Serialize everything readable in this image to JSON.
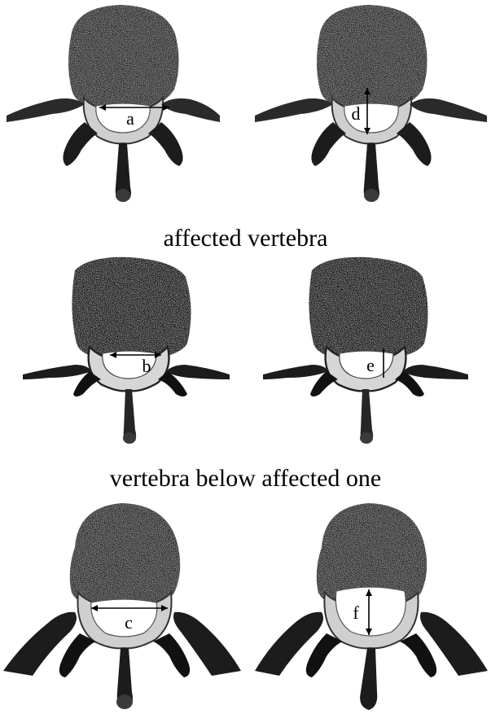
{
  "captions": {
    "top_row": "",
    "middle_row": "affected vertebra",
    "bottom_row": "vertebra below affected one"
  },
  "measurements": {
    "a": "a",
    "b": "b",
    "c": "c",
    "d": "d",
    "e": "e",
    "f": "f"
  },
  "colors": {
    "bone_dark": "#1c1c1c",
    "bone_mid": "#3a3a3a",
    "canal": "#ffffff",
    "ink": "#000000"
  }
}
